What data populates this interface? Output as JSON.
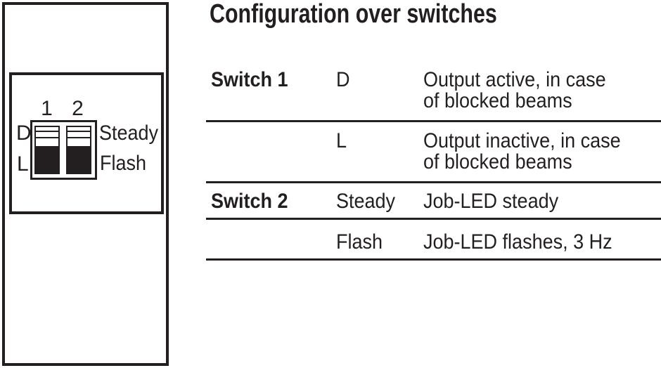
{
  "title": "Configuration over switches",
  "diagram": {
    "switch_numbers": [
      "1",
      "2"
    ],
    "left_position_labels": [
      "D",
      "L"
    ],
    "right_position_labels": [
      "Steady",
      "Flash"
    ]
  },
  "table": {
    "rows": [
      {
        "switch_label": "Switch 1",
        "position": "D",
        "description": "Output active, in case\nof blocked beams"
      },
      {
        "switch_label": "",
        "position": "L",
        "description": "Output inactive, in case\nof blocked beams"
      },
      {
        "switch_label": "Switch 2",
        "position": "Steady",
        "description": "Job-LED steady"
      },
      {
        "switch_label": "",
        "position": "Flash",
        "description": "Job-LED flashes, 3 Hz"
      }
    ]
  },
  "colors": {
    "ink": "#231f20",
    "background": "#ffffff"
  }
}
